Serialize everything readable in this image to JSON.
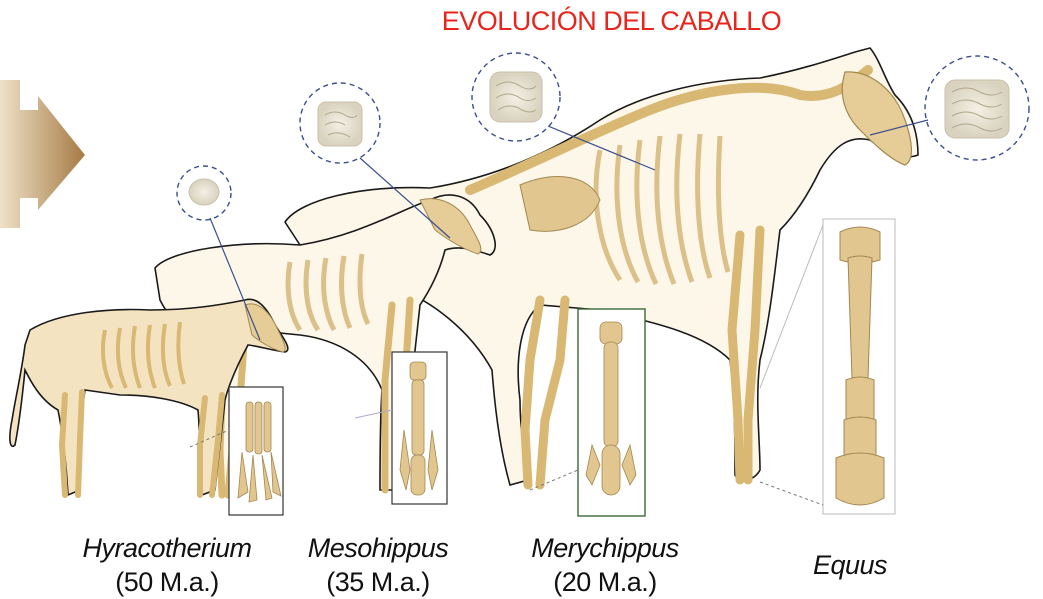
{
  "title": "EVOLUCIÓN DEL CABALLO",
  "colors": {
    "title": "#e8251c",
    "bone": "#e2c690",
    "body_outline": "#1a1a1a",
    "tooth_circle": "#3a4f8c",
    "arrow": "#c8a676"
  },
  "icons": [
    "right-arrow-icon",
    "tooth-icon",
    "foot-bone-icon"
  ],
  "species": [
    {
      "name": "Hyracotherium",
      "age": "(50 M.a.)"
    },
    {
      "name": "Mesohippus",
      "age": "(35 M.a.)"
    },
    {
      "name": "Merychippus",
      "age": "(20 M.a.)"
    },
    {
      "name": "Equus",
      "age": ""
    }
  ]
}
